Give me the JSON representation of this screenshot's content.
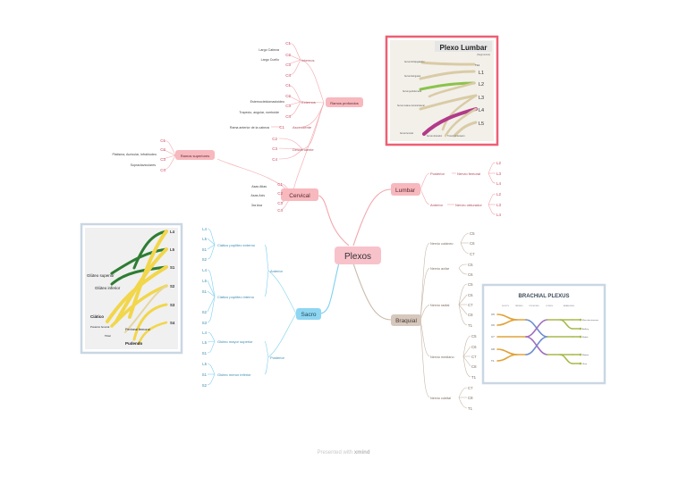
{
  "central": "Plexos",
  "cervical": {
    "label": "Cervical",
    "ramos_profundos": "Ramos profundos",
    "internos": {
      "label": "Internos",
      "levels": [
        "C1",
        "C2",
        "C3",
        "C4"
      ],
      "muscles": [
        "Largo Cabeza",
        "Largo Cuello"
      ]
    },
    "externos": {
      "label": "Externos",
      "levels": [
        "C1",
        "C2",
        "C3",
        "C4"
      ],
      "muscles": [
        "Esternocleidomastoideo",
        "Trapecio, angular, romboide"
      ]
    },
    "ascendente": {
      "label": "Ascendente",
      "text": "Rama anterior de la cabeza",
      "level": "C1"
    },
    "descendente": {
      "label": "Descendente",
      "levels": [
        "C2",
        "C3",
        "C4"
      ]
    },
    "ramos_superiores": {
      "label": "Ramos superiores",
      "levels": [
        "C1",
        "C2",
        "C3",
        "C4"
      ],
      "muscles": [
        "Platisma, Auricular, Infrahiodeo",
        "Supraclaviculares"
      ]
    },
    "asas": {
      "items": [
        "Asas Atlas",
        "Asas Axis",
        "3ra Asa"
      ],
      "levels": [
        "C1",
        "C2",
        "C3",
        "C4"
      ]
    }
  },
  "lumbar": {
    "label": "Lumbar",
    "posterior": {
      "label": "Posterior",
      "nerve": "Nervio femoral",
      "levels": [
        "L2",
        "L3",
        "L4"
      ]
    },
    "anterior": {
      "label": "Anterior",
      "nerve": "Nervio obturador",
      "levels": [
        "L2",
        "L3",
        "L4"
      ]
    },
    "image": {
      "title": "Plexo Lumbar",
      "subtitle": "(Segmentos)",
      "levels": [
        "T12",
        "L1",
        "L2",
        "L3",
        "L4",
        "L5"
      ],
      "labels": [
        "Nervio iliohipogástrico",
        "Nervio ilioinguinal",
        "Nervio genitofemoral",
        "Nervio cutáneo femoral lateral",
        "Nervio femoral",
        "Nervio obturador",
        "Tronco lumbosacro"
      ]
    }
  },
  "braquial": {
    "label": "Braquial",
    "nerves": [
      {
        "label": "Nervio cutáneo",
        "levels": [
          "C5",
          "C6",
          "C7"
        ]
      },
      {
        "label": "Nervio axilar",
        "levels": [
          "C5",
          "C6"
        ]
      },
      {
        "label": "Nervio radial",
        "levels": [
          "C5",
          "C6",
          "C7",
          "C8",
          "T1"
        ]
      },
      {
        "label": "Nervio mediano",
        "levels": [
          "C5",
          "C6",
          "C7",
          "C8",
          "T1"
        ]
      },
      {
        "label": "Nervio cubital",
        "levels": [
          "C7",
          "C8",
          "T1"
        ]
      }
    ],
    "image": {
      "title": "BRACHIAL PLEXUS",
      "columns": [
        "ROOTS",
        "TRUNKS",
        "DIVISIONS",
        "CORDS",
        "BRANCHES"
      ],
      "roots": [
        "C5",
        "C6",
        "C7",
        "C8",
        "T1"
      ],
      "branches": [
        "Musculocutaneous",
        "Axillary",
        "Radial",
        "Median",
        "Ulnar"
      ]
    }
  },
  "sacro": {
    "label": "Sacro",
    "anterior": {
      "label": "Anterior",
      "groups": [
        {
          "label": "Ciático poplíteo externo",
          "levels": [
            "L4",
            "L5",
            "S1",
            "S2"
          ]
        },
        {
          "label": "Ciático poplíteo interno",
          "levels": [
            "L4",
            "L5",
            "S1",
            "S2",
            "S3"
          ]
        }
      ]
    },
    "posterior": {
      "label": "Posterior",
      "groups": [
        {
          "label": "Glúteo mayor superior",
          "levels": [
            "L4",
            "L5",
            "S1"
          ]
        },
        {
          "label": "Glúteo menor inferior",
          "levels": [
            "L5",
            "S1",
            "S2"
          ]
        }
      ]
    },
    "image": {
      "roots": [
        "L4",
        "L5",
        "S1",
        "S2",
        "S3",
        "S4"
      ],
      "labels": [
        "Glúteo superior",
        "Glúteo inferior",
        "Ciático",
        "Pudendo",
        "Perineal femoral",
        "Posterior femoral",
        "Tibial"
      ]
    }
  },
  "footer": {
    "prefix": "Presented with",
    "brand": "xmind"
  },
  "colors": {
    "cervical": "#f2a6ad",
    "lumbar": "#f2a6ad",
    "sacro": "#7fd0f0",
    "braquial": "#c8b8aa",
    "central_fill": "#f8c2cb"
  }
}
